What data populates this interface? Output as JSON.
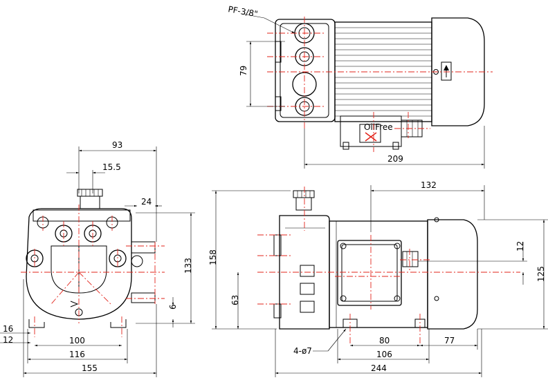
{
  "drawing": {
    "top_view": {
      "port_label": "PF-3/8\"",
      "dim_height": "79",
      "dim_length": "209",
      "badge_text": "OilFree"
    },
    "front_view": {
      "dim_width_upper": "93",
      "dim_offset_upper": "15.5",
      "dim_side": "24",
      "dim_height": "133",
      "dim_small": "6",
      "dim_left_16": "16",
      "dim_left_12": "12",
      "dim_100": "100",
      "dim_116": "116",
      "dim_155": "155"
    },
    "side_view": {
      "dim_top": "132",
      "dim_height_total": "158",
      "dim_shaft": "63",
      "dim_12": "12",
      "dim_125": "125",
      "holes": "4-ø7",
      "dim_80": "80",
      "dim_77": "77",
      "dim_106": "106",
      "dim_244": "244"
    },
    "colors": {
      "line": "#000000",
      "centerline": "#e2231a",
      "background": "#ffffff"
    }
  }
}
